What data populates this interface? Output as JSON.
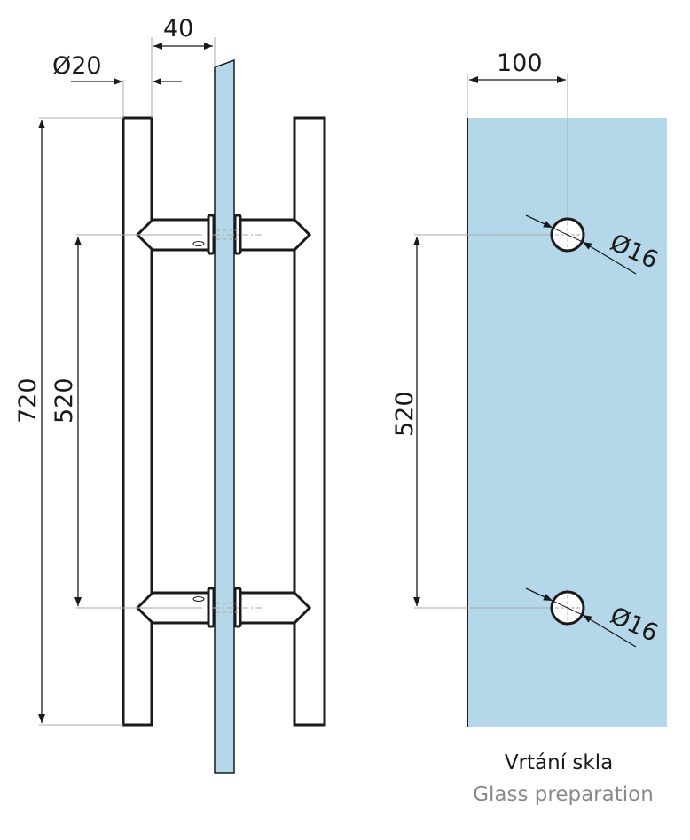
{
  "dimensions": {
    "standoff_offset": "40",
    "bar_diameter": "Ø20",
    "total_length": "720",
    "hole_spacing_left": "520",
    "edge_distance": "100",
    "hole_spacing_right": "520",
    "hole_diameter_top": "Ø16",
    "hole_diameter_bottom": "Ø16"
  },
  "caption": {
    "czech": "Vrtání skla",
    "english": "Glass preparation"
  },
  "colors": {
    "glass": "#b4d8ea",
    "line": "#1a1a1a",
    "guide": "#a8a8a8"
  }
}
